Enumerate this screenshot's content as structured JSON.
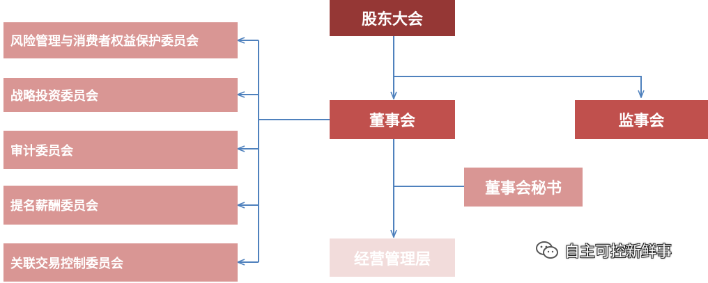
{
  "nodes": {
    "shareholders_meeting": "股东大会",
    "board_of_directors": "董事会",
    "supervisory_board": "监事会",
    "board_secretary": "董事会秘书",
    "management": "经营管理层"
  },
  "committees": [
    "风险管理与消费者权益保护委员会",
    "战略投资委员会",
    "审计委员会",
    "提名薪酬委员会",
    "关联交易控制委员会"
  ],
  "watermark": {
    "icon": "wechat-icon",
    "text": "自主可控新鲜事"
  },
  "colors": {
    "top": "#953735",
    "main": "#c0504d",
    "secondary": "#d99694",
    "faded": "#f2dcdb",
    "connector": "#4f81bd"
  }
}
